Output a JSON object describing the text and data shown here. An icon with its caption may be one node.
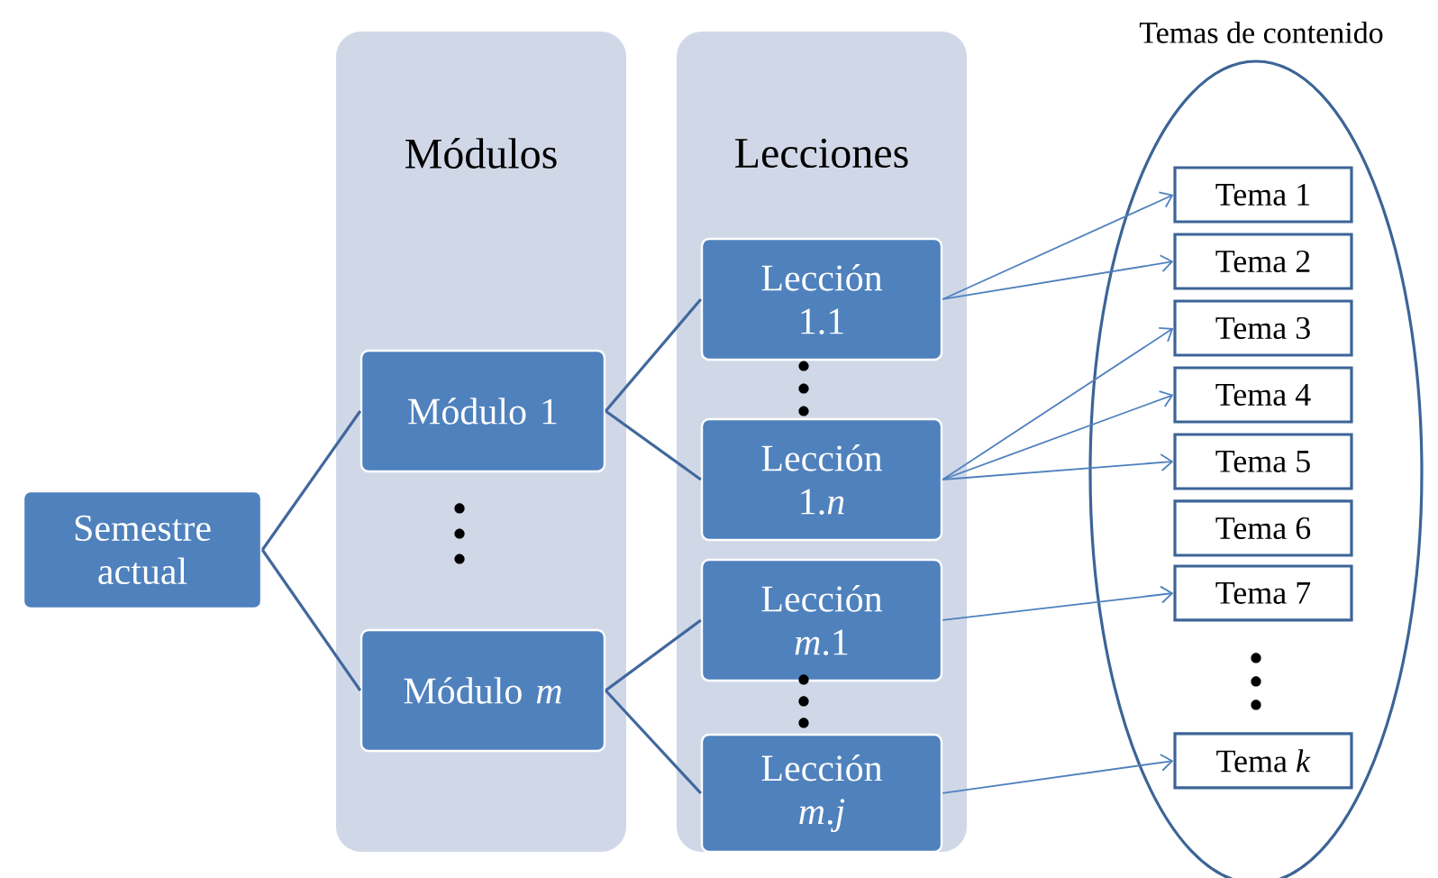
{
  "diagram": {
    "nodes": [
      {
        "text": [
          "Semestre actual"
        ]
      },
      {
        "text": [
          "Módulos"
        ]
      },
      {
        "text": [
          "Módulo 1"
        ],
        "in": 1
      },
      {
        "text": [
          "Módulo *m*"
        ],
        "in": 1
      },
      {
        "text": [
          "Lecciones"
        ]
      },
      {
        "text": [
          "Lección 1.1"
        ],
        "in": 4
      },
      {
        "text": [
          "Lección 1.*n*"
        ],
        "in": 4
      },
      {
        "text": [
          "Lección *m*.1"
        ],
        "in": 4
      },
      {
        "text": [
          "Lección *m*.*j*"
        ],
        "in": 4
      },
      {
        "text": [
          "Temas de contenido"
        ]
      },
      {
        "text": [
          "Tema 1"
        ],
        "in": 9
      },
      {
        "text": [
          "Tema 2"
        ],
        "in": 9
      },
      {
        "text": [
          "Tema 3"
        ],
        "in": 9
      },
      {
        "text": [
          "Tema 4"
        ],
        "in": 9
      },
      {
        "text": [
          "Tema 5"
        ],
        "in": 9
      },
      {
        "text": [
          "Tema 6"
        ],
        "in": 9
      },
      {
        "text": [
          "Tema 7"
        ],
        "in": 9
      },
      {
        "text": [
          "Tema *k*"
        ],
        "in": 9
      }
    ],
    "edges": [
      {
        "from": 0,
        "to": 2,
        "arrow": "none",
        "color": "#41689c"
      },
      {
        "from": 0,
        "to": 3,
        "arrow": "none",
        "color": "#41689c"
      },
      {
        "from": 2,
        "to": 5,
        "arrow": "none",
        "color": "#41689c"
      },
      {
        "from": 2,
        "to": 6,
        "arrow": "none",
        "color": "#41689c"
      },
      {
        "from": 3,
        "to": 7,
        "arrow": "none",
        "color": "#41689c"
      },
      {
        "from": 3,
        "to": 8,
        "arrow": "none",
        "color": "#41689c"
      },
      {
        "from": 5,
        "to": 10,
        "arrow": "to"
      },
      {
        "from": 5,
        "to": 11,
        "arrow": "to"
      },
      {
        "from": 6,
        "to": 12,
        "arrow": "to"
      },
      {
        "from": 6,
        "to": 13,
        "arrow": "to"
      },
      {
        "from": 6,
        "to": 14,
        "arrow": "to"
      },
      {
        "from": 7,
        "to": 16,
        "arrow": "to"
      },
      {
        "from": 8,
        "to": 17,
        "arrow": "to"
      }
    ]
  }
}
